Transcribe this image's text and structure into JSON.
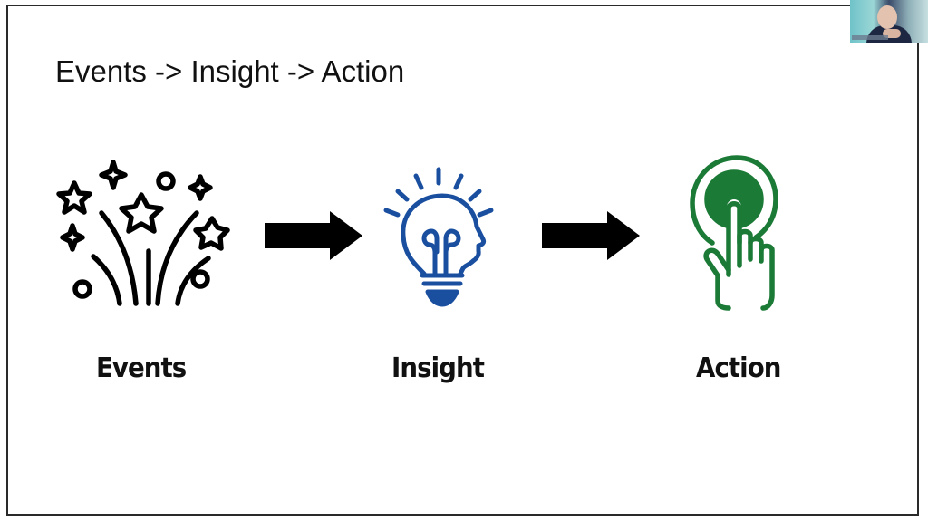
{
  "slide": {
    "title": "Events -> Insight -> Action",
    "steps": [
      {
        "label": "Events",
        "icon": "fireworks-icon",
        "color": "#000000"
      },
      {
        "label": "Insight",
        "icon": "lightbulb-head-icon",
        "color": "#1a4fa0"
      },
      {
        "label": "Action",
        "icon": "hand-tap-button-icon",
        "color": "#1a7a36"
      }
    ],
    "connector_icon": "right-arrow-icon"
  },
  "webcam": {
    "icon": "video-thumbnail"
  }
}
